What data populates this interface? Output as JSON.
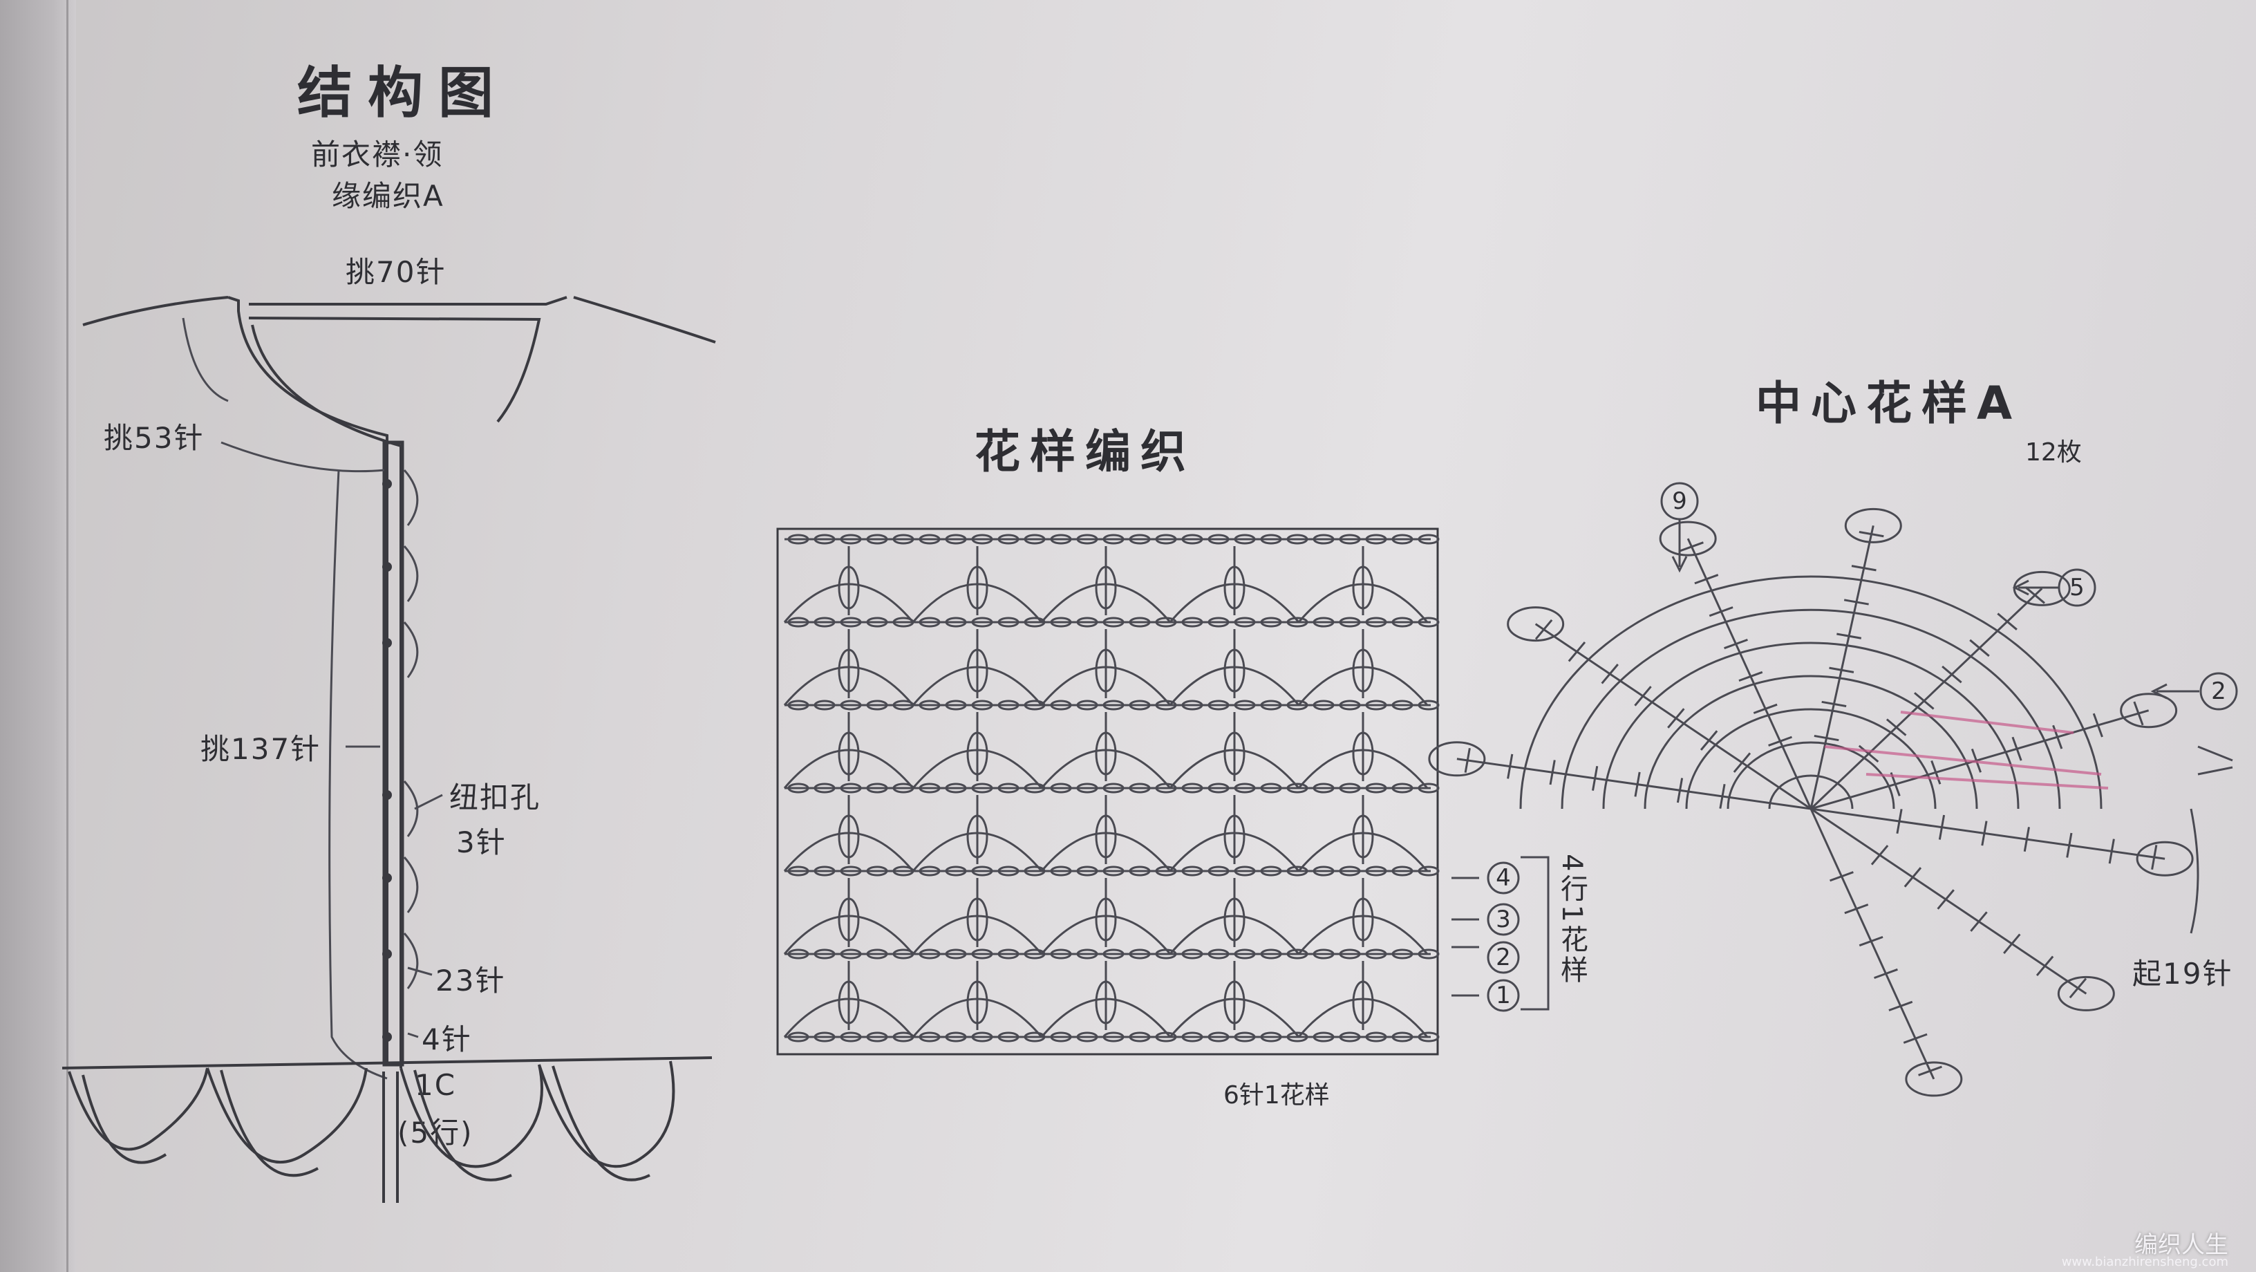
{
  "structure": {
    "title": "结构图",
    "subtitle_line1": "前衣襟·领",
    "subtitle_line2": "缘编织A",
    "neck_pickup": "挑70针",
    "side_pickup": "挑53针",
    "front_pickup": "挑137针",
    "buttonhole_line1": "纽扣孔",
    "buttonhole_line2": "3针",
    "stitch_23": "23针",
    "stitch_4": "4针",
    "cm_label": "1C",
    "rows_label": "(5行)"
  },
  "pattern": {
    "title": "花样编织",
    "row_labels": [
      "4",
      "3",
      "2",
      "1"
    ],
    "repeat_rows": "4行1花样",
    "repeat_stitches": "6针1花样"
  },
  "motif": {
    "title": "中心花样A",
    "count": "12枚",
    "round_labels": [
      "9",
      "5",
      "2"
    ],
    "start_label": "起19针"
  },
  "watermark": {
    "brand": "编织人生",
    "url": "www.bianzhirensheng.com"
  }
}
